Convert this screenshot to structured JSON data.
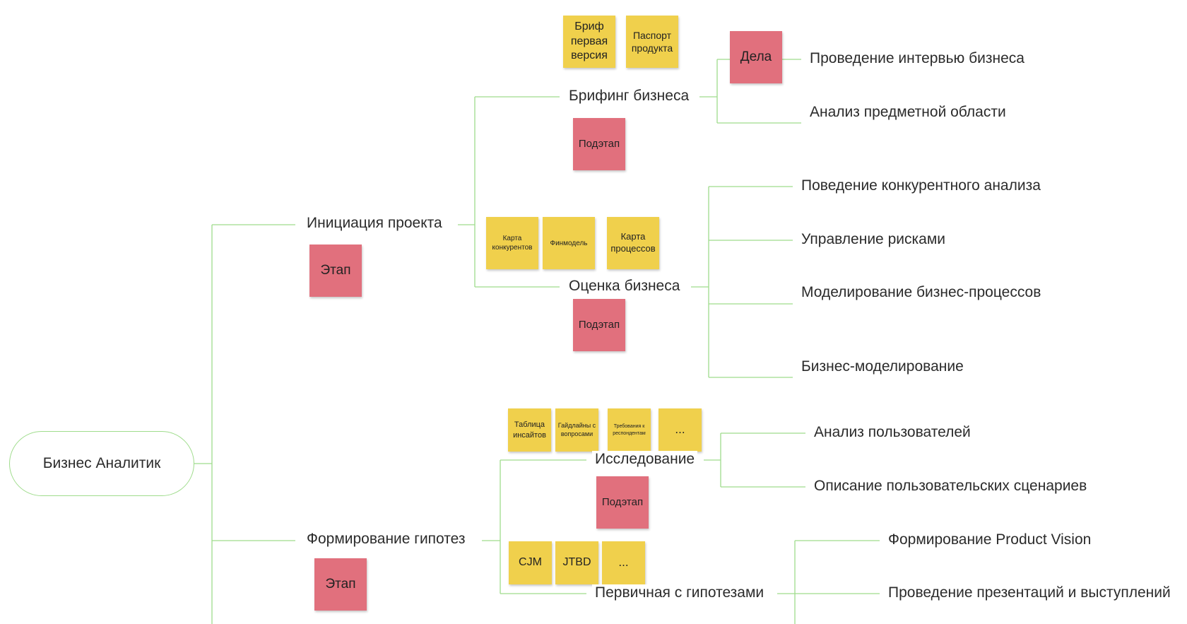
{
  "root": {
    "label": "Бизнес Аналитик"
  },
  "stages": [
    {
      "title": "Инициация проекта",
      "tag": "Этап"
    },
    {
      "title": "Формирование гипотез",
      "tag": "Этап"
    }
  ],
  "substages": [
    {
      "title": "Брифинг бизнеса",
      "tag": "Подэтап",
      "deliverables": [
        "Бриф первая версия",
        "Паспорт продукта"
      ],
      "actions_tag": "Дела",
      "actions": [
        "Проведение интервью бизнеса",
        "Анализ предметной области"
      ]
    },
    {
      "title": "Оценка бизнеса",
      "tag": "Подэтап",
      "deliverables": [
        "Карта конкурентов",
        "Финмодель",
        "Карта процессов"
      ],
      "actions": [
        "Поведение конкурентного анализа",
        "Управление рисками",
        "Моделирование бизнес-процессов",
        "Бизнес-моделирование"
      ]
    },
    {
      "title": "Исследование",
      "tag": "Подэтап",
      "deliverables": [
        "Таблица инсайтов",
        "Гайдлайны с вопросами",
        "Требования к респондентам",
        "..."
      ],
      "actions": [
        "Анализ пользователей",
        "Описание пользовательских сценариев"
      ]
    },
    {
      "title": "Первичная с гипотезами",
      "deliverables": [
        "CJM",
        "JTBD",
        "..."
      ],
      "actions": [
        "Формирование Product Vision",
        "Проведение презентаций и выступлений"
      ]
    }
  ],
  "colors": {
    "line": "#9fdc8c",
    "sticky_yellow": "#f0d04c",
    "sticky_pink": "#e1707d"
  }
}
